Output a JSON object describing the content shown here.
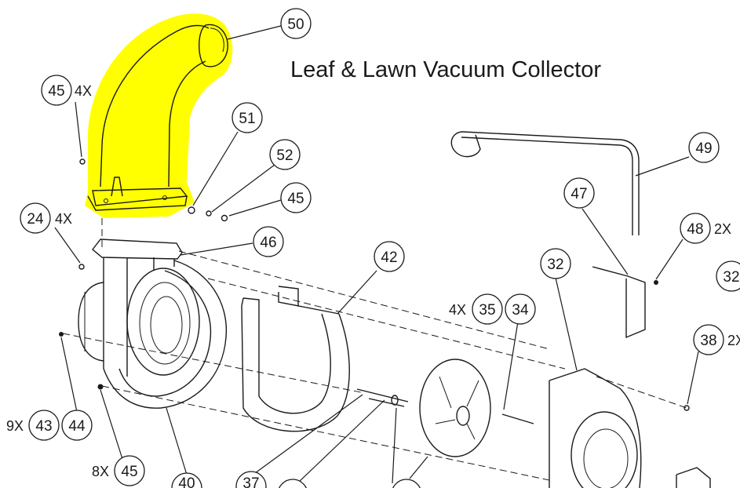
{
  "title": "Leaf & Lawn Vacuum Collector",
  "colors": {
    "highlight": "#ffff00",
    "line": "#1a1a1a",
    "background": "#ffffff"
  },
  "callouts": [
    {
      "id": "c50a",
      "label": "50"
    },
    {
      "id": "c45a",
      "label": "45",
      "qty": "4X"
    },
    {
      "id": "c51",
      "label": "51"
    },
    {
      "id": "c52",
      "label": "52"
    },
    {
      "id": "c45b",
      "label": "45"
    },
    {
      "id": "c24",
      "label": "24",
      "qty": "4X"
    },
    {
      "id": "c46",
      "label": "46"
    },
    {
      "id": "c42",
      "label": "42"
    },
    {
      "id": "c49",
      "label": "49"
    },
    {
      "id": "c47",
      "label": "47"
    },
    {
      "id": "c48",
      "label": "48",
      "qty": "2X"
    },
    {
      "id": "c32a",
      "label": "32"
    },
    {
      "id": "c32b",
      "label": "32"
    },
    {
      "id": "c35",
      "label": "35",
      "qty": "4X"
    },
    {
      "id": "c34",
      "label": "34"
    },
    {
      "id": "c38",
      "label": "38",
      "qty": "2X"
    },
    {
      "id": "c43",
      "label": "43",
      "qty": "9X"
    },
    {
      "id": "c44",
      "label": "44"
    },
    {
      "id": "c45c",
      "label": "45",
      "qty": "8X"
    },
    {
      "id": "c40",
      "label": "40"
    },
    {
      "id": "c37",
      "label": "37"
    }
  ]
}
